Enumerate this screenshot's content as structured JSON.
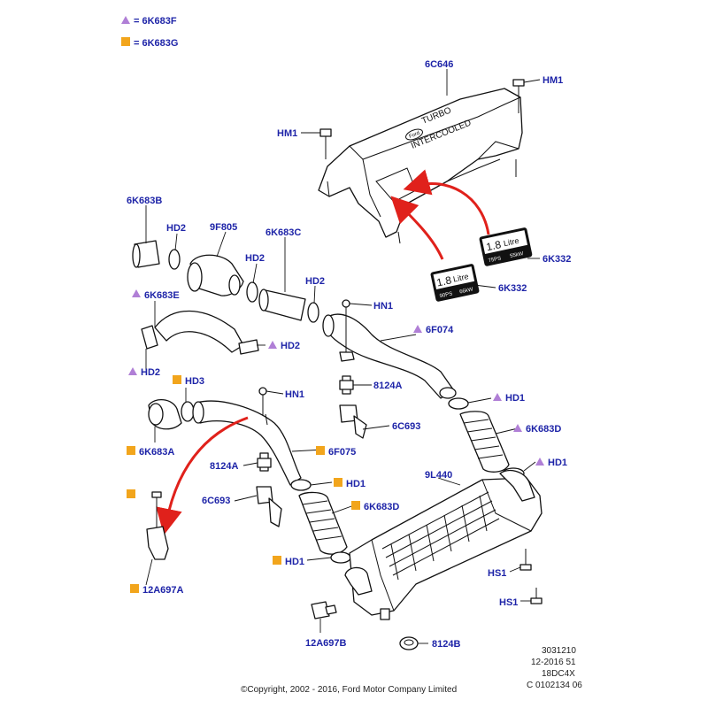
{
  "legend": [
    {
      "symbol": "triangle",
      "text": "6K683F",
      "color": "#b07fd6"
    },
    {
      "symbol": "square",
      "text": "6K683G",
      "color": "#f2a51c"
    }
  ],
  "callouts": {
    "c6C646": "6C646",
    "hm1_top": "HM1",
    "hm1_left": "HM1",
    "k6K683B": "6K683B",
    "hd2_a": "HD2",
    "k9F805": "9F805",
    "k6K683C": "6K683C",
    "hd2_b": "HD2",
    "hd2_c": "HD2",
    "k6K683E": "6K683E",
    "hd2_d": "HD2",
    "hd2_e": "HD2",
    "hn1_a": "HN1",
    "k6F074": "6F074",
    "k6K332_a": "6K332",
    "k6K332_b": "6K332",
    "hd3": "HD3",
    "hn1_b": "HN1",
    "k8124A_a": "8124A",
    "k6C693_a": "6C693",
    "hd1_a": "HD1",
    "k6K683D_a": "6K683D",
    "hd1_b": "HD1",
    "k6K683A": "6K683A",
    "k6F075": "6F075",
    "k8124A_b": "8124A",
    "hd1_c": "HD1",
    "k9L440": "9L440",
    "k6C693_b": "6C693",
    "k6K683D_b": "6K683D",
    "hd1_d": "HD1",
    "hs1_a": "HS1",
    "hs1_b": "HS1",
    "k12A697A": "12A697A",
    "k12A697B": "12A697B",
    "k8124B": "8124B"
  },
  "cover": {
    "brand": "Ford",
    "line1": "TURBO",
    "line2": "INTERCOOLED"
  },
  "decal_a": {
    "size": "1.8",
    "unit": "Litre",
    "ps": "75PS",
    "kw": "55kW"
  },
  "decal_b": {
    "size": "1.8",
    "unit": "Litre",
    "ps": "90PS",
    "kw": "66kW"
  },
  "ref": {
    "line1": "3031210",
    "line2": "12-2016 51",
    "line3": "18DC4X",
    "line4": "C 0102134 06"
  },
  "copyright": "©Copyright, 2002 - 2016, Ford Motor Company Limited",
  "colors": {
    "label": "#1e24a8",
    "arrow": "#e0211b",
    "triangle": "#b07fd6",
    "square": "#f2a51c"
  }
}
